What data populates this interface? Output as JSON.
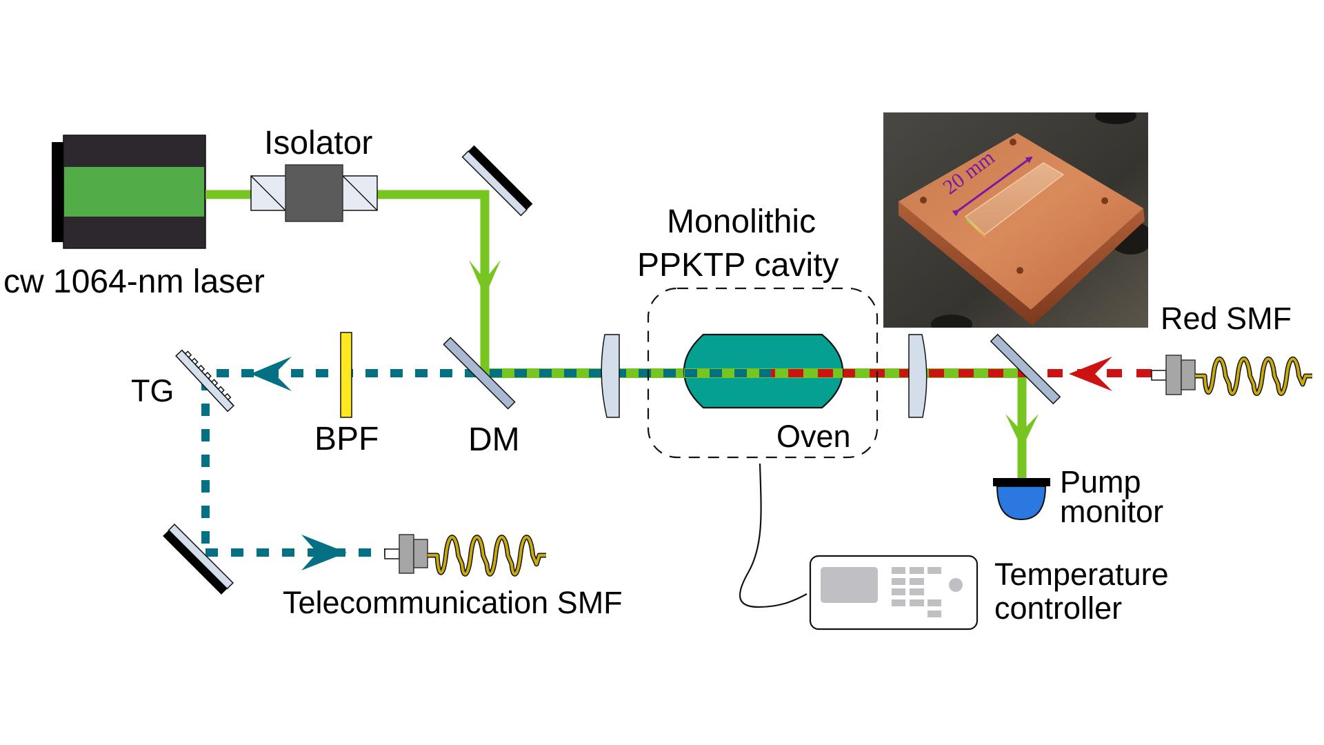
{
  "figure": {
    "type": "optical setup schematic",
    "colors": {
      "pump_beam": "#76c520",
      "telecom_beam": "#037183",
      "red_beam": "#cc1212",
      "crystal": "#04a193",
      "bpf": "#ffe81f",
      "detector": "#2b78e0",
      "fiber_coil": "#c8a90e",
      "dimension_arrow": "#7a1aa0"
    }
  },
  "labels": {
    "laser": "cw 1064-nm laser",
    "isolator": "Isolator",
    "cavity_line1": "Monolithic",
    "cavity_line2": "PPKTP cavity",
    "oven": "Oven",
    "dm": "DM",
    "bpf": "BPF",
    "tg": "TG",
    "red_smf": "Red SMF",
    "pump_monitor_line1": "Pump",
    "pump_monitor_line2": "monitor",
    "telecom_smf": "Telecommunication SMF",
    "temp_controller_line1": "Temperature",
    "temp_controller_line2": "controller"
  },
  "photo": {
    "dimension_label": "20 mm"
  }
}
